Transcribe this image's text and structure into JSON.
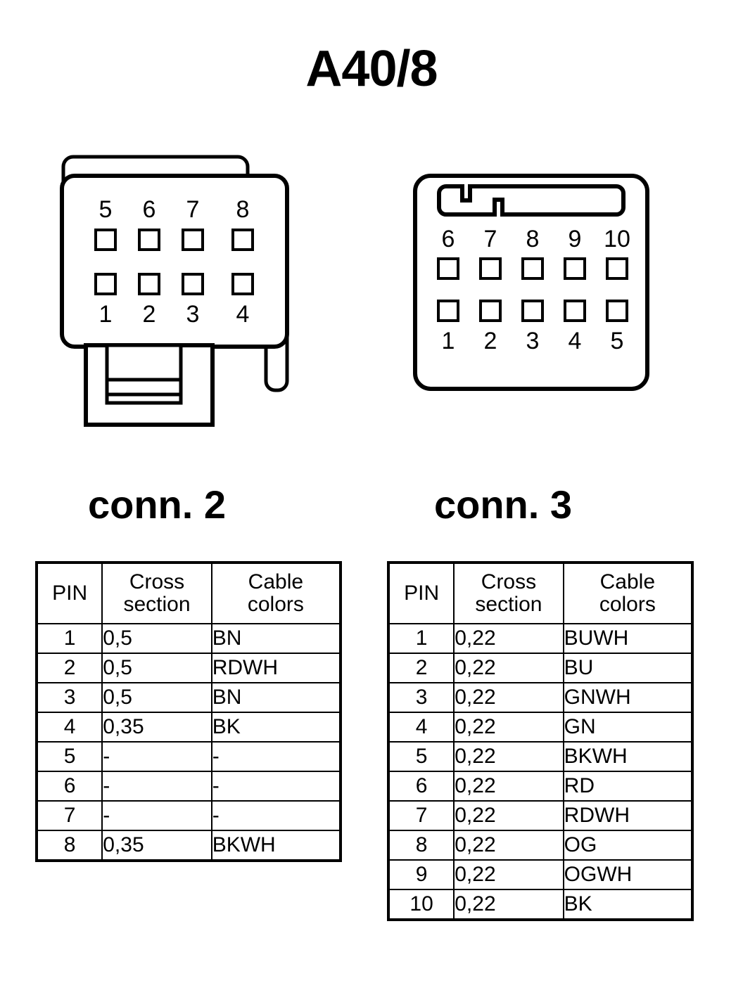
{
  "title": "A40/8",
  "connector_left": {
    "name": "conn-2-connector-drawing",
    "pin_count": 8,
    "top_row_labels": [
      "5",
      "6",
      "7",
      "8"
    ],
    "bottom_row_labels": [
      "1",
      "2",
      "3",
      "4"
    ],
    "has_latch_tab": true
  },
  "connector_right": {
    "name": "conn-3-connector-drawing",
    "pin_count": 10,
    "top_row_labels": [
      "6",
      "7",
      "8",
      "9",
      "10"
    ],
    "bottom_row_labels": [
      "1",
      "2",
      "3",
      "4",
      "5"
    ],
    "has_keyed_slot": true
  },
  "headings": {
    "conn2": "conn. 2",
    "conn3": "conn. 3"
  },
  "table_headers": {
    "pin": "PIN",
    "cross_section_line1": "Cross",
    "cross_section_line2": "section",
    "cable_colors_line1": "Cable",
    "cable_colors_line2": "colors"
  },
  "conn2_rows": [
    {
      "pin": "1",
      "cross_section": "0,5",
      "cable_colors": "BN"
    },
    {
      "pin": "2",
      "cross_section": "0,5",
      "cable_colors": "RDWH"
    },
    {
      "pin": "3",
      "cross_section": "0,5",
      "cable_colors": "BN"
    },
    {
      "pin": "4",
      "cross_section": "0,35",
      "cable_colors": "BK"
    },
    {
      "pin": "5",
      "cross_section": "-",
      "cable_colors": "-"
    },
    {
      "pin": "6",
      "cross_section": "-",
      "cable_colors": "-"
    },
    {
      "pin": "7",
      "cross_section": "-",
      "cable_colors": "-"
    },
    {
      "pin": "8",
      "cross_section": "0,35",
      "cable_colors": "BKWH"
    }
  ],
  "conn3_rows": [
    {
      "pin": "1",
      "cross_section": "0,22",
      "cable_colors": "BUWH"
    },
    {
      "pin": "2",
      "cross_section": "0,22",
      "cable_colors": "BU"
    },
    {
      "pin": "3",
      "cross_section": "0,22",
      "cable_colors": "GNWH"
    },
    {
      "pin": "4",
      "cross_section": "0,22",
      "cable_colors": "GN"
    },
    {
      "pin": "5",
      "cross_section": "0,22",
      "cable_colors": "BKWH"
    },
    {
      "pin": "6",
      "cross_section": "0,22",
      "cable_colors": "RD"
    },
    {
      "pin": "7",
      "cross_section": "0,22",
      "cable_colors": "RDWH"
    },
    {
      "pin": "8",
      "cross_section": "0,22",
      "cable_colors": "OG"
    },
    {
      "pin": "9",
      "cross_section": "0,22",
      "cable_colors": "OGWH"
    },
    {
      "pin": "10",
      "cross_section": "0,22",
      "cable_colors": "BK"
    }
  ],
  "colors": {
    "ink": "#000000",
    "paper": "#ffffff"
  }
}
